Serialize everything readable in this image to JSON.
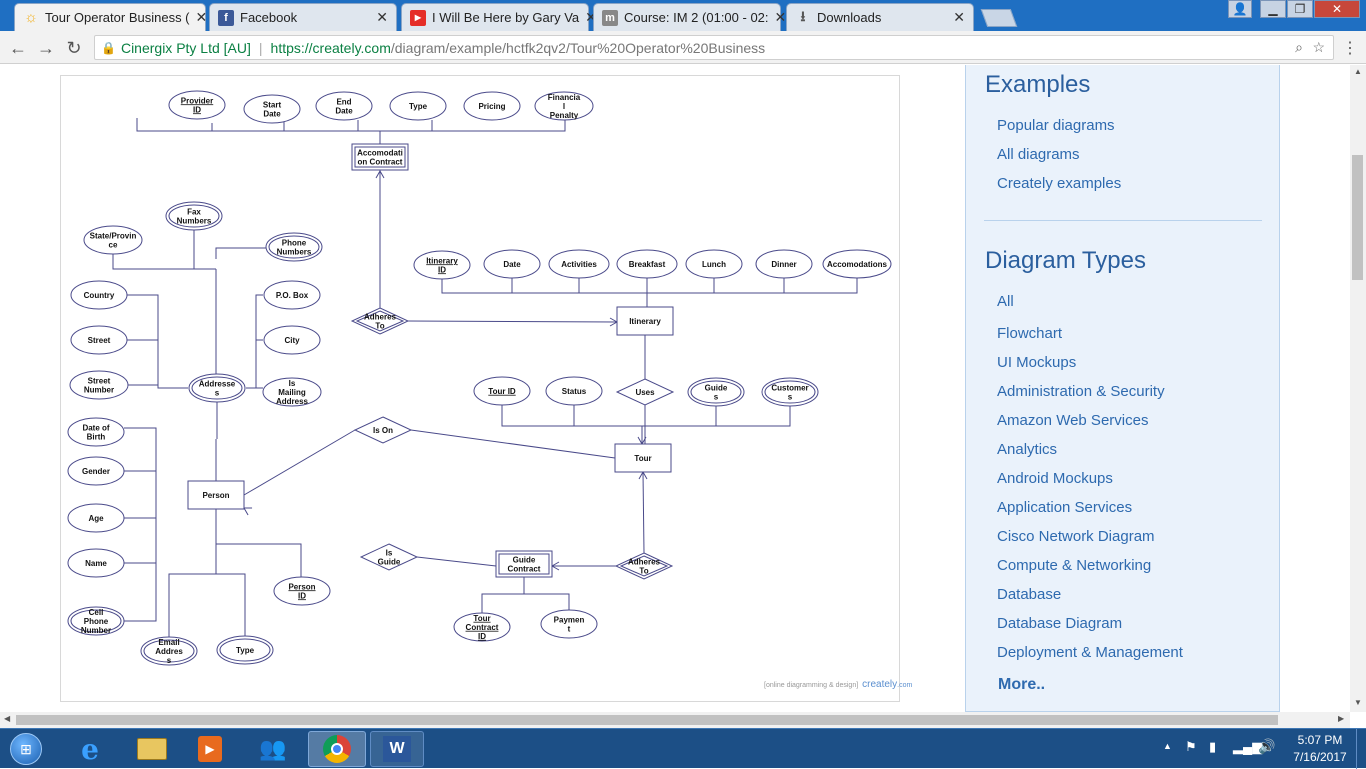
{
  "tabs": [
    {
      "title": "Tour Operator Business (",
      "icon": "sun-icon",
      "color": "#f2b01e"
    },
    {
      "title": "Facebook",
      "icon": "facebook-icon",
      "color": "#3b5998"
    },
    {
      "title": "I Will Be Here by Gary Va",
      "icon": "youtube-icon",
      "color": "#e52d27"
    },
    {
      "title": "Course: IM 2 (01:00 - 02:",
      "icon": "moodle-icon",
      "color": "#777777"
    },
    {
      "title": "Downloads",
      "icon": "download-icon",
      "color": "#555555"
    }
  ],
  "tab_close": "✕",
  "address": {
    "secure_label": "Cinergix Pty Ltd [AU]",
    "url_prefix": "https://creately.com",
    "url_path": "/diagram/example/hctfk2qv2/Tour%20Operator%20Business"
  },
  "sidebar": {
    "examples_title": "Examples",
    "examples": [
      "Popular diagrams",
      "All diagrams",
      "Creately examples"
    ],
    "types_title": "Diagram Types",
    "types": [
      "All",
      "Flowchart",
      "UI Mockups",
      "Administration & Security",
      "Amazon Web Services",
      "Analytics",
      "Android Mockups",
      "Application Services",
      "Cisco Network Diagram",
      "Compute & Networking",
      "Database",
      "Database Diagram",
      "Deployment & Management"
    ],
    "more": "More.."
  },
  "watermark": {
    "small": "[online diagramming & design]",
    "brand": "creately",
    "suffix": ".com"
  },
  "taskbar": {
    "time": "5:07 PM",
    "date": "7/16/2017"
  },
  "colors": {
    "line": "#4a4a8a",
    "link": "#2e6aaf",
    "tabbar": "#1f6fc2"
  },
  "diagram": {
    "entities": [
      {
        "id": "acc",
        "label": "Accomodati|on Contract",
        "weak": true
      },
      {
        "id": "itin",
        "label": "Itinerary",
        "weak": false
      },
      {
        "id": "tour",
        "label": "Tour",
        "weak": false
      },
      {
        "id": "person",
        "label": "Person",
        "weak": false
      },
      {
        "id": "guide",
        "label": "Guide|Contract",
        "weak": true
      }
    ],
    "relationships": [
      {
        "id": "adh1",
        "label": "Adheres|To",
        "weak": true
      },
      {
        "id": "uses",
        "label": "Uses",
        "weak": false
      },
      {
        "id": "ison",
        "label": "Is On",
        "weak": false
      },
      {
        "id": "isg",
        "label": "Is|Guide",
        "weak": false
      },
      {
        "id": "adh2",
        "label": "Adheres|To",
        "weak": true
      }
    ],
    "attributes": [
      {
        "id": "provid",
        "label": "Provider|ID",
        "key": true,
        "multi": false
      },
      {
        "id": "sdate",
        "label": "Start|Date",
        "key": false,
        "multi": false
      },
      {
        "id": "edate",
        "label": "End|Date",
        "key": false,
        "multi": false
      },
      {
        "id": "type1",
        "label": "Type",
        "key": false,
        "multi": false
      },
      {
        "id": "pricing",
        "label": "Pricing",
        "key": false,
        "multi": false
      },
      {
        "id": "finpen",
        "label": "Financia|l|Penalty",
        "key": false,
        "multi": false
      },
      {
        "id": "fax",
        "label": "Fax|Numbers",
        "key": false,
        "multi": true
      },
      {
        "id": "state",
        "label": "State/Provin|ce",
        "key": false,
        "multi": false
      },
      {
        "id": "phone",
        "label": "Phone|Numbers",
        "key": false,
        "multi": true
      },
      {
        "id": "country",
        "label": "Country",
        "key": false,
        "multi": false
      },
      {
        "id": "pobox",
        "label": "P.O. Box",
        "key": false,
        "multi": false
      },
      {
        "id": "street",
        "label": "Street",
        "key": false,
        "multi": false
      },
      {
        "id": "city",
        "label": "City",
        "key": false,
        "multi": false
      },
      {
        "id": "stnum",
        "label": "Street|Number",
        "key": false,
        "multi": false
      },
      {
        "id": "addr",
        "label": "Addresse|s",
        "key": false,
        "multi": true
      },
      {
        "id": "ismail",
        "label": "Is|Mailing|Address",
        "key": false,
        "multi": false
      },
      {
        "id": "itinid",
        "label": "Itinerary|ID",
        "key": true,
        "multi": false
      },
      {
        "id": "date",
        "label": "Date",
        "key": false,
        "multi": false
      },
      {
        "id": "activ",
        "label": "Activities",
        "key": false,
        "multi": false
      },
      {
        "id": "bfast",
        "label": "Breakfast",
        "key": false,
        "multi": false
      },
      {
        "id": "lunch",
        "label": "Lunch",
        "key": false,
        "multi": false
      },
      {
        "id": "dinner",
        "label": "Dinner",
        "key": false,
        "multi": false
      },
      {
        "id": "accom",
        "label": "Accomodations",
        "key": false,
        "multi": false
      },
      {
        "id": "tourid",
        "label": "Tour ID",
        "key": true,
        "multi": false
      },
      {
        "id": "status",
        "label": "Status",
        "key": false,
        "multi": false
      },
      {
        "id": "guides",
        "label": "Guide|s",
        "key": false,
        "multi": true
      },
      {
        "id": "cust",
        "label": "Customer|s",
        "key": false,
        "multi": true
      },
      {
        "id": "dob",
        "label": "Date of|Birth",
        "key": false,
        "multi": false
      },
      {
        "id": "gender",
        "label": "Gender",
        "key": false,
        "multi": false
      },
      {
        "id": "age",
        "label": "Age",
        "key": false,
        "multi": false
      },
      {
        "id": "name",
        "label": "Name",
        "key": false,
        "multi": false
      },
      {
        "id": "cell",
        "label": "Cell|Phone|Number",
        "key": false,
        "multi": true
      },
      {
        "id": "email",
        "label": "Email|Addres|s",
        "key": false,
        "multi": true
      },
      {
        "id": "type2",
        "label": "Type",
        "key": false,
        "multi": true
      },
      {
        "id": "persid",
        "label": "Person|ID",
        "key": true,
        "multi": false
      },
      {
        "id": "tcid",
        "label": "Tour|Contract|ID",
        "key": true,
        "multi": false
      },
      {
        "id": "paym",
        "label": "Paymen|t",
        "key": false,
        "multi": false
      }
    ]
  }
}
